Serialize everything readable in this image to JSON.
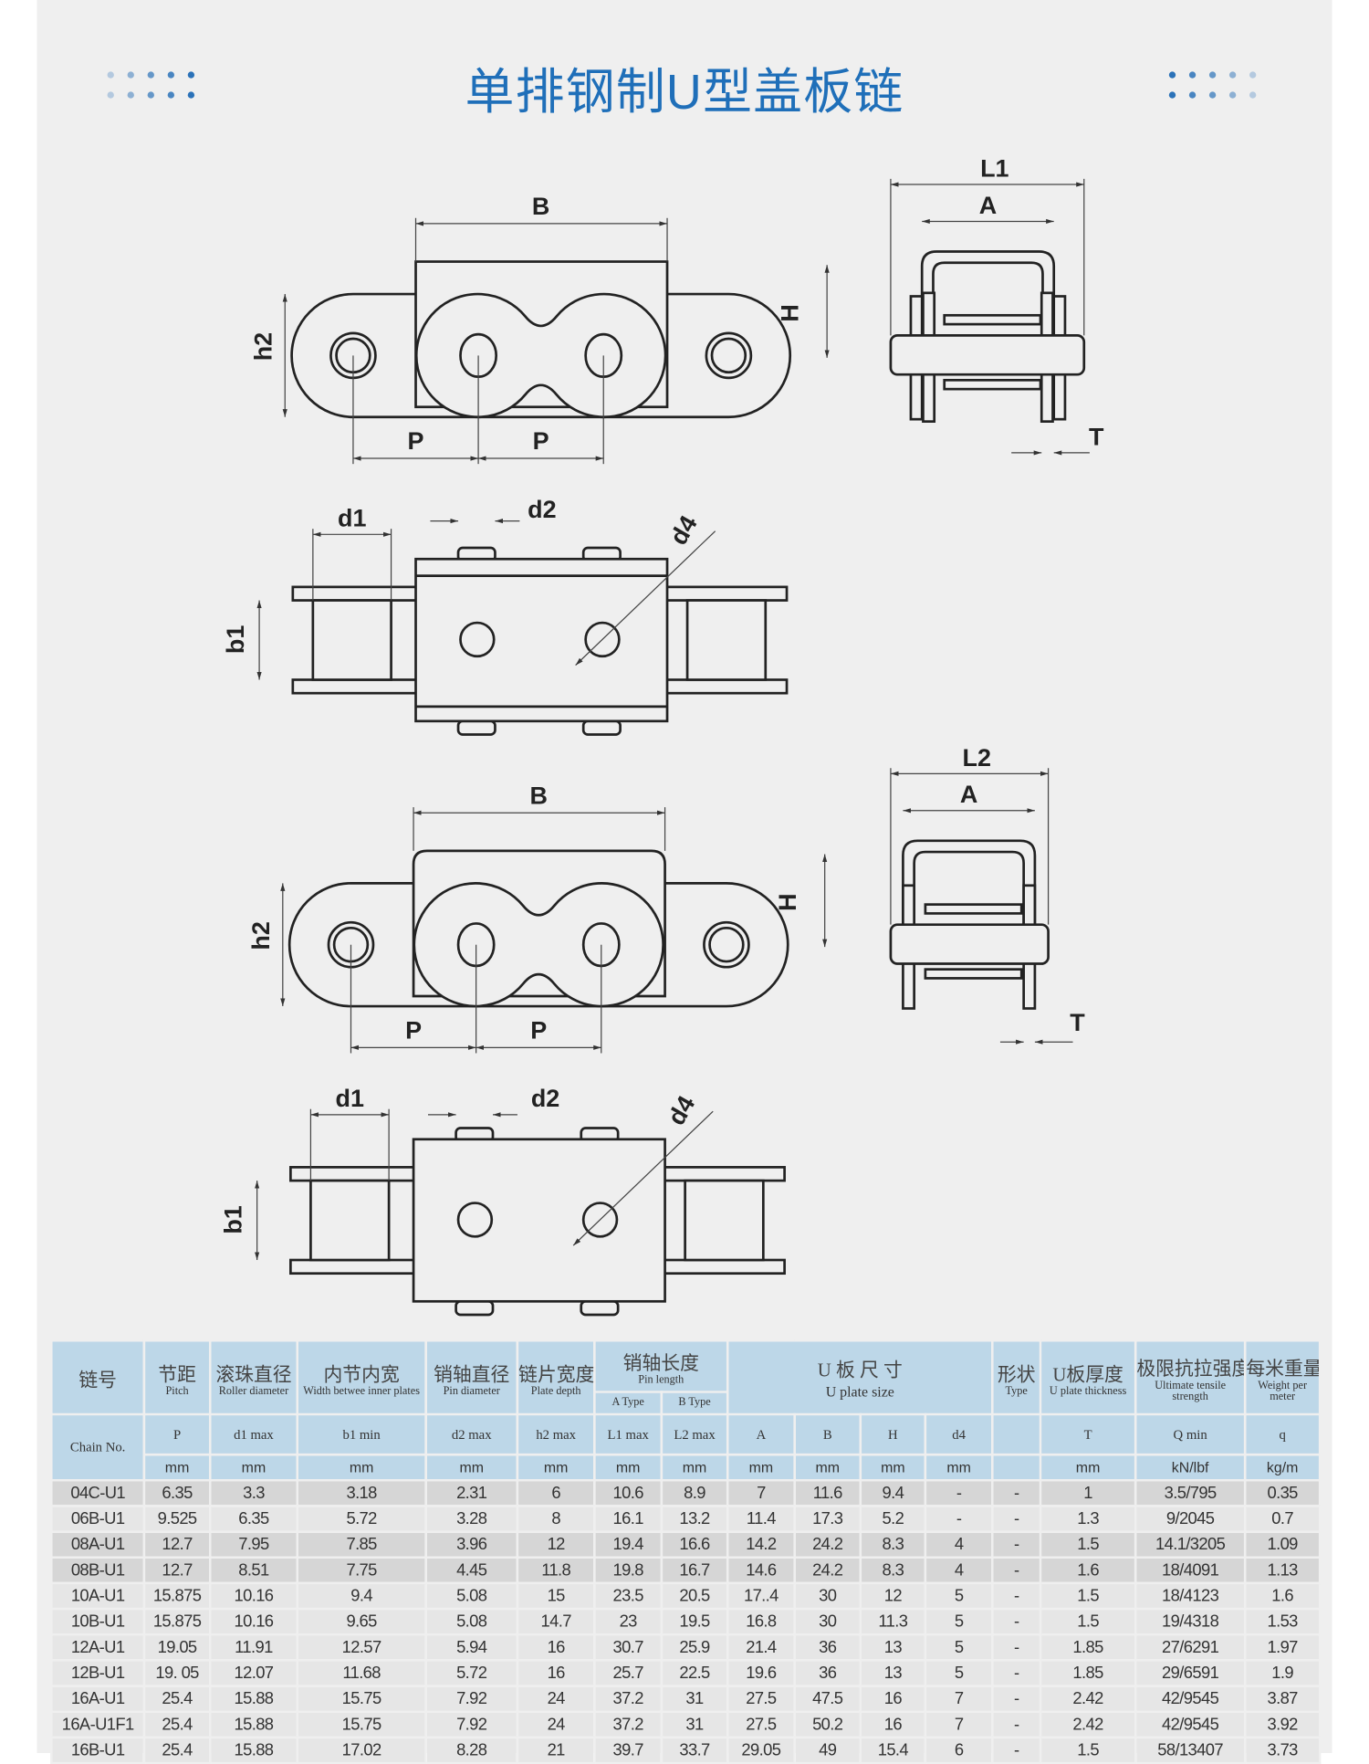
{
  "title": "单排钢制U型盖板链",
  "colors": {
    "title": "#1f6fb9",
    "header_bg": "#bdd7e8",
    "panel_bg": "#efefef"
  },
  "diagram_labels": {
    "top1": {
      "B": "B",
      "P1": "P",
      "P2": "P",
      "h2": "h2",
      "H": "H",
      "L": "L1",
      "A": "A",
      "T": "T"
    },
    "plan1": {
      "d1": "d1",
      "d2": "d2",
      "d4": "d4",
      "b1": "b1"
    },
    "top2": {
      "B": "B",
      "P1": "P",
      "P2": "P",
      "h2": "h2",
      "H": "H",
      "L": "L2",
      "A": "A",
      "T": "T"
    },
    "plan2": {
      "d1": "d1",
      "d2": "d2",
      "d4": "d4",
      "b1": "b1"
    }
  },
  "table": {
    "chain": {
      "cn": "链号",
      "en": "Chain No."
    },
    "pitch": {
      "cn": "节距",
      "en": "Pitch",
      "sym": "P",
      "unit": "mm"
    },
    "roller": {
      "cn": "滚珠直径",
      "en": "Roller diameter",
      "sym": "d1 max",
      "unit": "mm"
    },
    "width": {
      "cn": "内节内宽",
      "en": "Width betwee inner plates",
      "sym": "b1 min",
      "unit": "mm"
    },
    "pin": {
      "cn": "销轴直径",
      "en": "Pin diameter",
      "sym": "d2 max",
      "unit": "mm"
    },
    "plate": {
      "cn": "链片宽度",
      "en": "Plate depth",
      "sym": "h2 max",
      "unit": "mm"
    },
    "pinlen": {
      "cn": "销轴长度",
      "en": "Pin length",
      "a": {
        "en": "A Type",
        "sym": "L1 max",
        "unit": "mm"
      },
      "b": {
        "en": "B Type",
        "sym": "L2 max",
        "unit": "mm"
      }
    },
    "uplate": {
      "cn": "U 板 尺 寸",
      "en": "U plate size",
      "cols": [
        {
          "sym": "A",
          "unit": "mm"
        },
        {
          "sym": "B",
          "unit": "mm"
        },
        {
          "sym": "H",
          "unit": "mm"
        },
        {
          "sym": "d4",
          "unit": "mm"
        }
      ]
    },
    "type": {
      "cn": "形状",
      "en": "Type"
    },
    "thick": {
      "cn": "U板厚度",
      "en": "U plate thickness",
      "sym": "T",
      "unit": "mm"
    },
    "tensile": {
      "cn": "极限抗拉强度",
      "en": "Ultimate tensile strength",
      "sym": "Q min",
      "unit": "kN/lbf"
    },
    "weight": {
      "cn": "每米重量",
      "en": "Weight per meter",
      "sym": "q",
      "unit": "kg/m"
    },
    "rows": [
      [
        "04C-U1",
        "6.35",
        "3.3",
        "3.18",
        "2.31",
        "6",
        "10.6",
        "8.9",
        "7",
        "11.6",
        "9.4",
        "-",
        "-",
        "1",
        "3.5/795",
        "0.35"
      ],
      [
        "06B-U1",
        "9.525",
        "6.35",
        "5.72",
        "3.28",
        "8",
        "16.1",
        "13.2",
        "11.4",
        "17.3",
        "5.2",
        "-",
        "-",
        "1.3",
        "9/2045",
        "0.7"
      ],
      [
        "08A-U1",
        "12.7",
        "7.95",
        "7.85",
        "3.96",
        "12",
        "19.4",
        "16.6",
        "14.2",
        "24.2",
        "8.3",
        "4",
        "-",
        "1.5",
        "14.1/3205",
        "1.09"
      ],
      [
        "08B-U1",
        "12.7",
        "8.51",
        "7.75",
        "4.45",
        "11.8",
        "19.8",
        "16.7",
        "14.6",
        "24.2",
        "8.3",
        "4",
        "-",
        "1.6",
        "18/4091",
        "1.13"
      ],
      [
        "10A-U1",
        "15.875",
        "10.16",
        "9.4",
        "5.08",
        "15",
        "23.5",
        "20.5",
        "17..4",
        "30",
        "12",
        "5",
        "-",
        "1.5",
        "18/4123",
        "1.6"
      ],
      [
        "10B-U1",
        "15.875",
        "10.16",
        "9.65",
        "5.08",
        "14.7",
        "23",
        "19.5",
        "16.8",
        "30",
        "11.3",
        "5",
        "-",
        "1.5",
        "19/4318",
        "1.53"
      ],
      [
        "12A-U1",
        "19.05",
        "11.91",
        "12.57",
        "5.94",
        "16",
        "30.7",
        "25.9",
        "21.4",
        "36",
        "13",
        "5",
        "-",
        "1.85",
        "27/6291",
        "1.97"
      ],
      [
        "12B-U1",
        "19. 05",
        "12.07",
        "11.68",
        "5.72",
        "16",
        "25.7",
        "22.5",
        "19.6",
        "36",
        "13",
        "5",
        "-",
        "1.85",
        "29/6591",
        "1.9"
      ],
      [
        "16A-U1",
        "25.4",
        "15.88",
        "15.75",
        "7.92",
        "24",
        "37.2",
        "31",
        "27.5",
        "47.5",
        "16",
        "7",
        "-",
        "2.42",
        "42/9545",
        "3.87"
      ],
      [
        "16A-U1F1",
        "25.4",
        "15.88",
        "15.75",
        "7.92",
        "24",
        "37.2",
        "31",
        "27.5",
        "50.2",
        "16",
        "7",
        "-",
        "2.42",
        "42/9545",
        "3.92"
      ],
      [
        "16B-U1",
        "25.4",
        "15.88",
        "17.02",
        "8.28",
        "21",
        "39.7",
        "33.7",
        "29.05",
        "49",
        "15.4",
        "6",
        "-",
        "1.5",
        "58/13407",
        "3.73"
      ]
    ]
  }
}
